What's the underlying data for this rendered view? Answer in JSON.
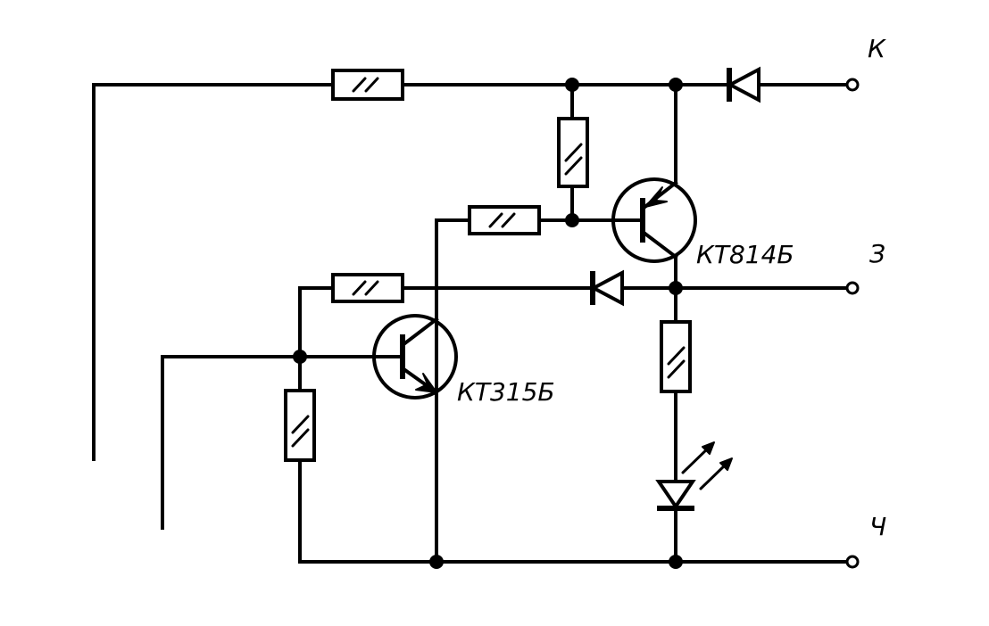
{
  "terminals": {
    "k": "К",
    "z": "З",
    "ch": "Ч"
  },
  "transistors": {
    "upper": "КТ814Б",
    "lower": "КТ315Б"
  }
}
